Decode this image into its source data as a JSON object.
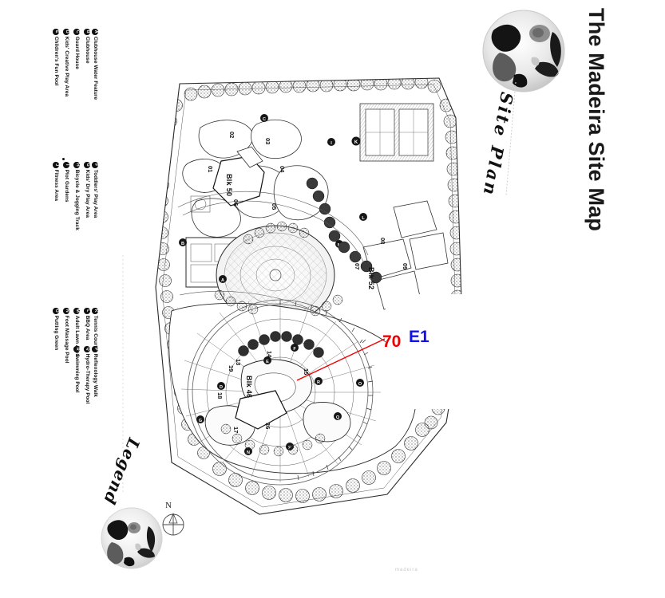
{
  "document": {
    "title": "The Madeira Site Map",
    "site_plan_caption": "Site Plan",
    "legend_caption": "Legend",
    "north_label": "N",
    "footer_faint": "madeira"
  },
  "annotation": {
    "distance_label": "70",
    "point_label": "E1",
    "distance_color": "#ee0000",
    "point_color": "#1111ee"
  },
  "legend": {
    "items": [
      {
        "key": "A",
        "label": "Clubhouse Water Feature"
      },
      {
        "key": "B",
        "label": "Clubhouse"
      },
      {
        "key": "C",
        "label": "Guard House"
      },
      {
        "key": "D",
        "label": "Kids' Creative Play Area"
      },
      {
        "key": "E",
        "label": "Children's Fun Pool"
      },
      {
        "key": "F",
        "label": "Toddlers' Play Area"
      },
      {
        "key": "G",
        "label": "Kids' Dry Play Area"
      },
      {
        "key": "H",
        "label": "Bicycle & Jogging Track"
      },
      {
        "key": "I",
        "label": "Plot Gardens"
      },
      {
        "key": "J",
        "label": "Fitness Area"
      },
      {
        "key": "K",
        "label": "Tennis Courts"
      },
      {
        "key": "L",
        "label": "BBQ Area"
      },
      {
        "key": "M",
        "label": "Adult Lawn Area"
      },
      {
        "key": "N",
        "label": "Foot Massage Pool"
      },
      {
        "key": "O",
        "label": "Putting Green"
      },
      {
        "key": "P",
        "label": "Reflexology Walk"
      },
      {
        "key": "Q",
        "label": "Hydro-Therapy Pool"
      },
      {
        "key": "R",
        "label": "Swimming Pool"
      }
    ]
  },
  "plan": {
    "blocks": [
      {
        "name": "Blk 50"
      },
      {
        "name": "Blk 52"
      },
      {
        "name": "Blk 46"
      }
    ],
    "plot_numbers": [
      "01",
      "02",
      "03",
      "04",
      "05",
      "06",
      "07",
      "08",
      "09",
      "13",
      "14",
      "15",
      "16",
      "17",
      "18",
      "19"
    ]
  }
}
